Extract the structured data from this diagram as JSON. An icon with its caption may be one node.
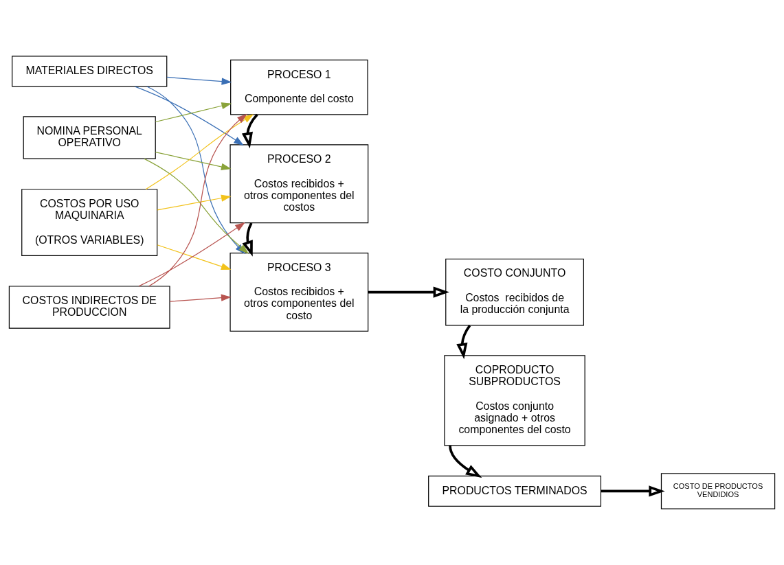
{
  "diagram": {
    "nodes": [
      {
        "text": [
          "MATERIALES DIRECTOS"
        ]
      },
      {
        "text": [
          "NOMINA PERSONAL OPERATIVO"
        ]
      },
      {
        "text": [
          "COSTOS POR USO MAQUINARIA",
          "(OTROS VARIABLES)"
        ]
      },
      {
        "text": [
          "COSTOS INDIRECTOS DE PRODUCCION"
        ]
      },
      {
        "text": [
          "PROCESO 1",
          "Componente del costo"
        ]
      },
      {
        "text": [
          "PROCESO 2",
          "Costos recibidos + otros componentes del costos"
        ]
      },
      {
        "text": [
          "PROCESO 3",
          "Costos recibidos + otros componentes del costo"
        ]
      },
      {
        "text": [
          "COSTO CONJUNTO",
          "Costos  recibidos de la producción conjunta"
        ]
      },
      {
        "text": [
          "COPRODUCTO SUBPRODUCTOS",
          "Costos conjunto asignado + otros componentes del costo"
        ]
      },
      {
        "text": [
          "PRODUCTOS TERMINADOS"
        ]
      },
      {
        "text": [
          "COSTO DE PRODUCTOS VENDIDIOS"
        ]
      }
    ],
    "edges": [
      {
        "from": 0,
        "to": 4,
        "arrow": "to",
        "color": "#3a6fb5"
      },
      {
        "from": 0,
        "to": 5,
        "arrow": "to",
        "color": "#3a6fb5"
      },
      {
        "from": 0,
        "to": 6,
        "arrow": "to",
        "color": "#3a6fb5"
      },
      {
        "from": 1,
        "to": 4,
        "arrow": "to",
        "color": "#8aa33a"
      },
      {
        "from": 1,
        "to": 5,
        "arrow": "to",
        "color": "#8aa33a"
      },
      {
        "from": 1,
        "to": 6,
        "arrow": "to",
        "color": "#8aa33a"
      },
      {
        "from": 2,
        "to": 4,
        "arrow": "to",
        "color": "#f2c21b"
      },
      {
        "from": 2,
        "to": 5,
        "arrow": "to",
        "color": "#f2c21b"
      },
      {
        "from": 2,
        "to": 6,
        "arrow": "to",
        "color": "#f2c21b"
      },
      {
        "from": 3,
        "to": 4,
        "arrow": "to",
        "color": "#b85450"
      },
      {
        "from": 3,
        "to": 5,
        "arrow": "to",
        "color": "#b85450"
      },
      {
        "from": 3,
        "to": 6,
        "arrow": "to",
        "color": "#b85450"
      },
      {
        "from": 4,
        "to": 5,
        "arrow": "to",
        "style": "thick"
      },
      {
        "from": 5,
        "to": 6,
        "arrow": "to",
        "style": "thick"
      },
      {
        "from": 6,
        "to": 7,
        "arrow": "to",
        "style": "thick"
      },
      {
        "from": 7,
        "to": 8,
        "arrow": "to",
        "style": "thick"
      },
      {
        "from": 8,
        "to": 9,
        "arrow": "to",
        "style": "thick"
      },
      {
        "from": 9,
        "to": 10,
        "arrow": "to",
        "style": "thick"
      }
    ]
  }
}
